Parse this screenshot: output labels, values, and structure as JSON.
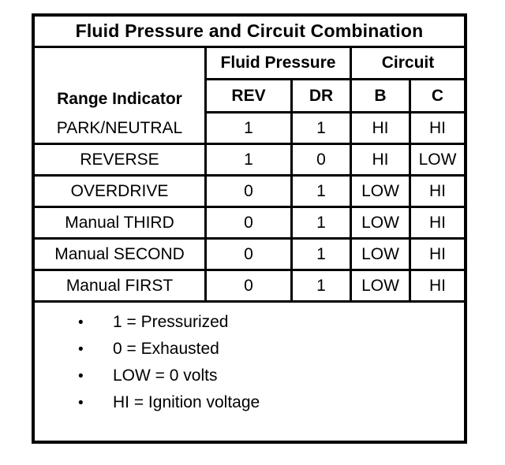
{
  "title": "Fluid Pressure and Circuit Combination",
  "table": {
    "range_header": "Range Indicator",
    "group_headers": {
      "fluid_pressure": "Fluid Pressure",
      "circuit": "Circuit"
    },
    "col_headers": {
      "rev": "REV",
      "dr": "DR",
      "b": "B",
      "c": "C"
    },
    "rows": [
      {
        "range": "PARK/NEUTRAL",
        "rev": "1",
        "dr": "1",
        "b": "HI",
        "c": "HI"
      },
      {
        "range": "REVERSE",
        "rev": "1",
        "dr": "0",
        "b": "HI",
        "c": "LOW"
      },
      {
        "range": "OVERDRIVE",
        "rev": "0",
        "dr": "1",
        "b": "LOW",
        "c": "HI"
      },
      {
        "range": "Manual THIRD",
        "rev": "0",
        "dr": "1",
        "b": "LOW",
        "c": "HI"
      },
      {
        "range": "Manual SECOND",
        "rev": "0",
        "dr": "1",
        "b": "LOW",
        "c": "HI"
      },
      {
        "range": "Manual FIRST",
        "rev": "0",
        "dr": "1",
        "b": "LOW",
        "c": "HI"
      }
    ]
  },
  "notes": {
    "bullet": "•",
    "items": [
      "1 = Pressurized",
      "0 = Exhausted",
      "LOW = 0 volts",
      "HI = Ignition voltage"
    ]
  },
  "colors": {
    "border": "#000000",
    "background": "#ffffff",
    "text": "#000000"
  }
}
